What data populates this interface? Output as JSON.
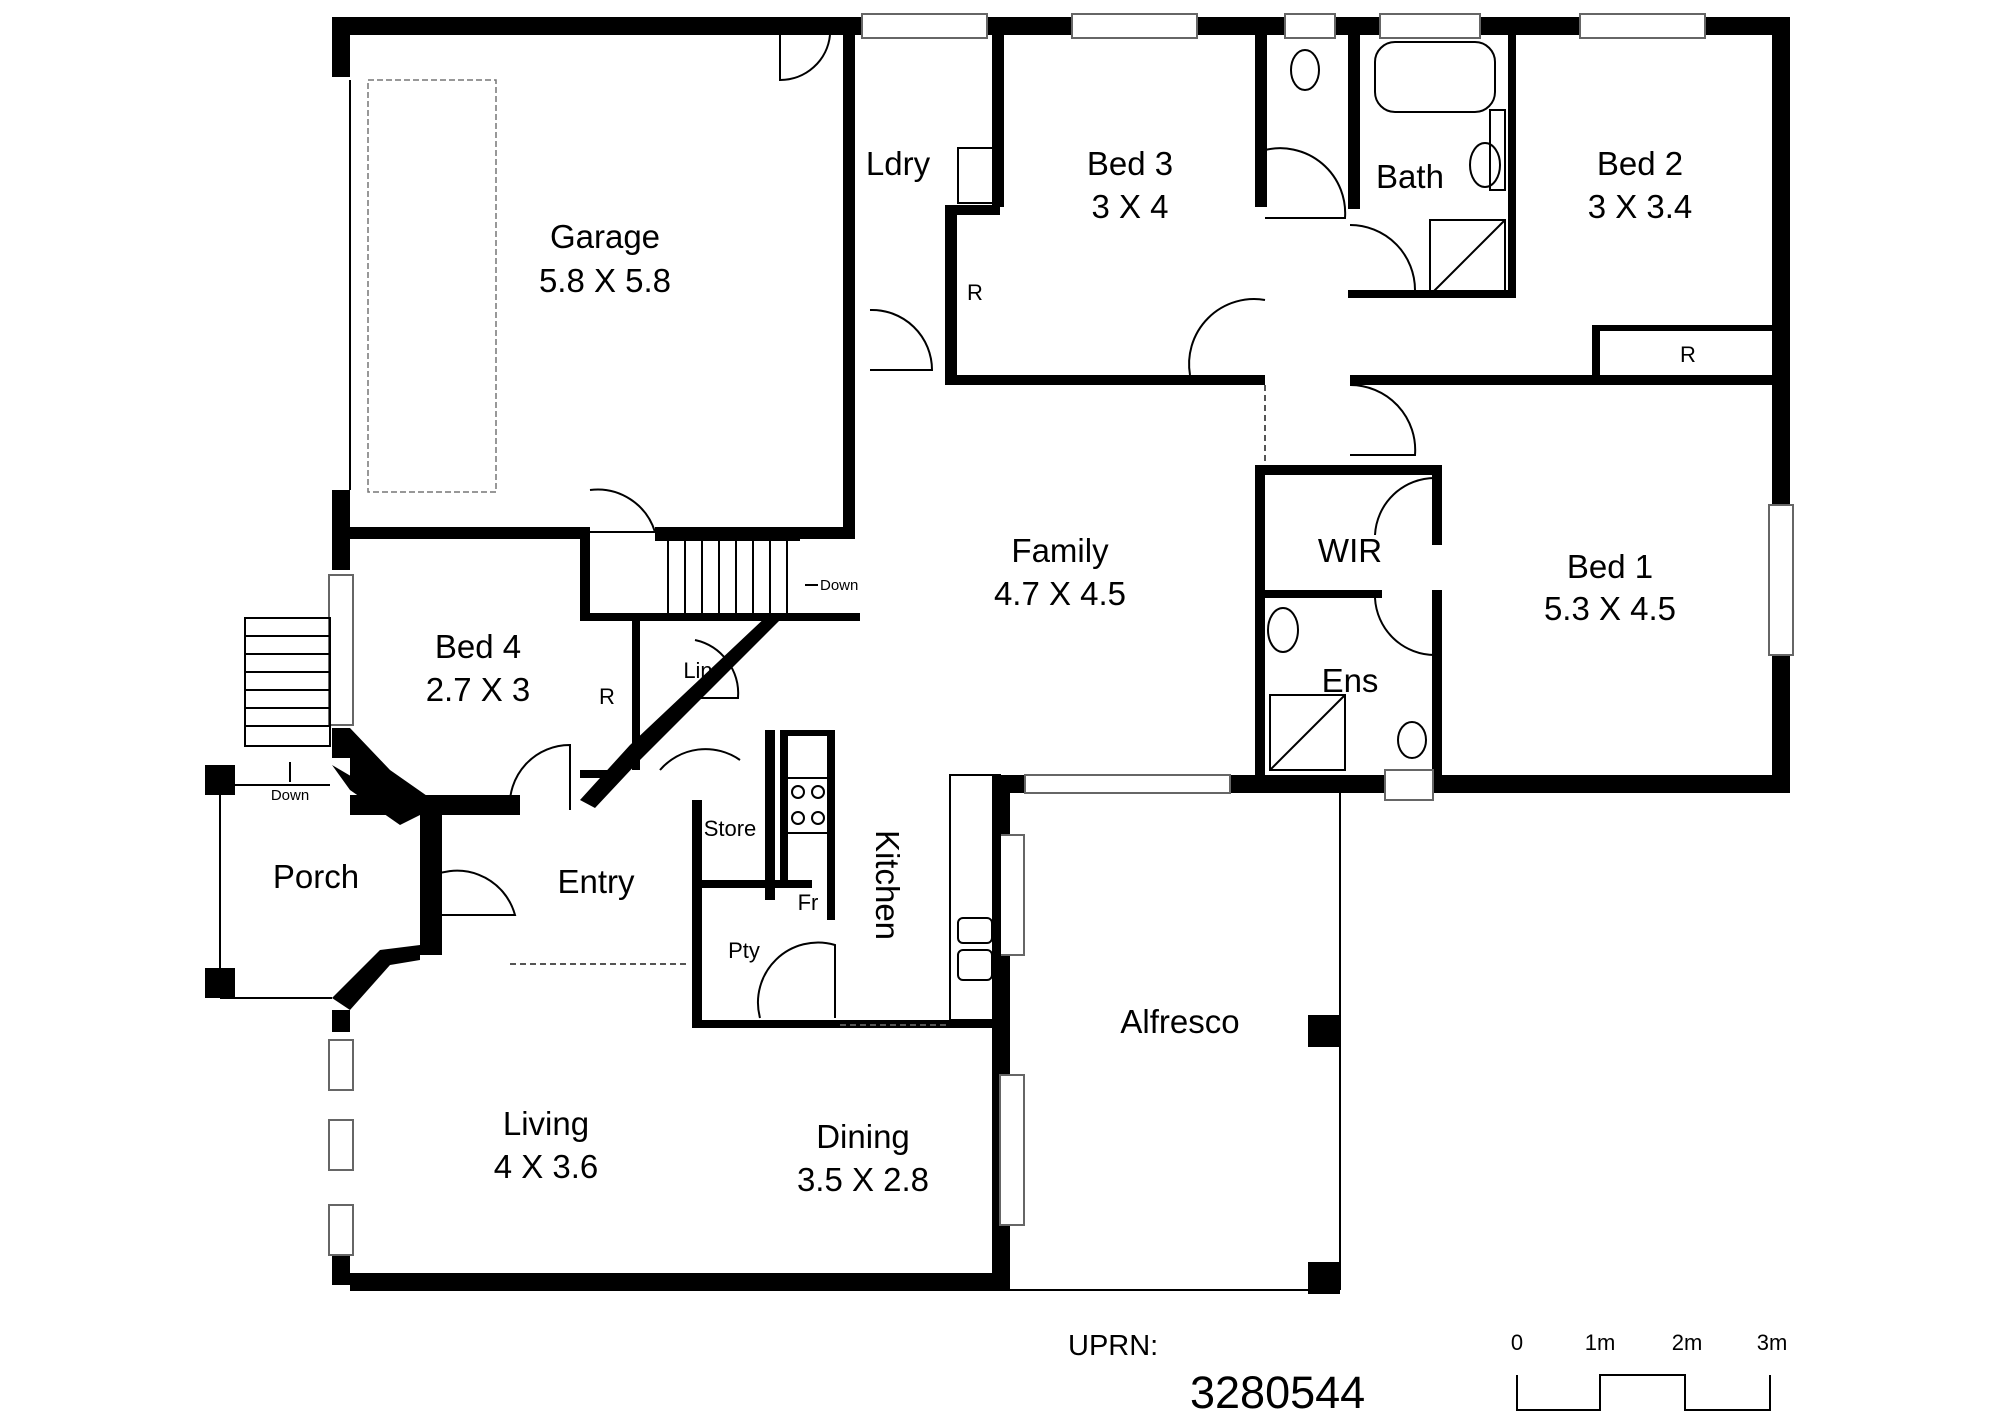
{
  "rooms": {
    "garage": {
      "name": "Garage",
      "dims": "5.8 X 5.8"
    },
    "bed3": {
      "name": "Bed 3",
      "dims": "3 X 4"
    },
    "bed2": {
      "name": "Bed 2",
      "dims": "3 X 3.4"
    },
    "bed1": {
      "name": "Bed 1",
      "dims": "5.3 X 4.5"
    },
    "bed4": {
      "name": "Bed 4",
      "dims": "2.7 X 3"
    },
    "family": {
      "name": "Family",
      "dims": "4.7 X 4.5"
    },
    "living": {
      "name": "Living",
      "dims": "4 X 3.6"
    },
    "dining": {
      "name": "Dining",
      "dims": "3.5 X 2.8"
    },
    "ldry": "Ldry",
    "bath": "Bath",
    "wir": "WIR",
    "ens": "Ens",
    "porch": "Porch",
    "entry": "Entry",
    "kitchen": "Kitchen",
    "alfresco": "Alfresco",
    "lin": "Lin",
    "store": "Store",
    "fr": "Fr",
    "pty": "Pty",
    "robe": "R",
    "down": "Down"
  },
  "uprn": {
    "label": "UPRN:",
    "value": "3280544"
  },
  "scale": {
    "ticks": [
      "0",
      "1m",
      "2m",
      "3m"
    ]
  }
}
